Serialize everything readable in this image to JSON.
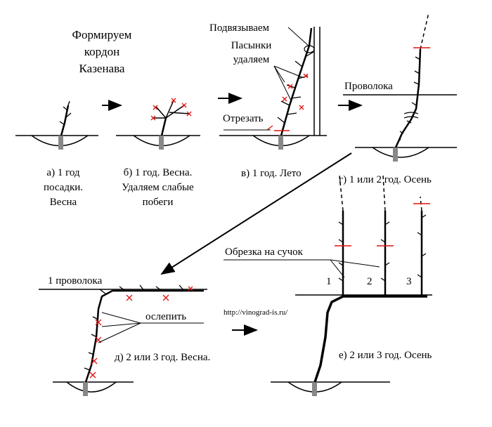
{
  "title": {
    "line1": "Формируем",
    "line2": "кордон",
    "line3": "Казенава"
  },
  "captions": {
    "a1": "а) 1 год",
    "a2": "посадки.",
    "a3": "Весна",
    "b1": "б) 1 год. Весна.",
    "b2": "Удаляем слабые",
    "b3": "побеги",
    "v": "в) 1 год. Лето",
    "g": "г) 1 или 2 год. Осень",
    "d": "д) 2 или 3 год. Весна.",
    "e": "е) 2 или 3 год. Осень"
  },
  "labels": {
    "tie": "Подвязываем",
    "suckers1": "Пасынки",
    "suckers2": "удаляем",
    "cut": "Отрезать",
    "wire": "Проволока",
    "wire1": "1 проволока",
    "blind": "ослепить",
    "spur_prune": "Обрезка на сучок",
    "n1": "1",
    "n2": "2",
    "n3": "3",
    "url": "http://vinograd-is.ru/"
  },
  "colors": {
    "ink": "#000000",
    "cut_mark": "#e01010",
    "post": "#808080"
  }
}
